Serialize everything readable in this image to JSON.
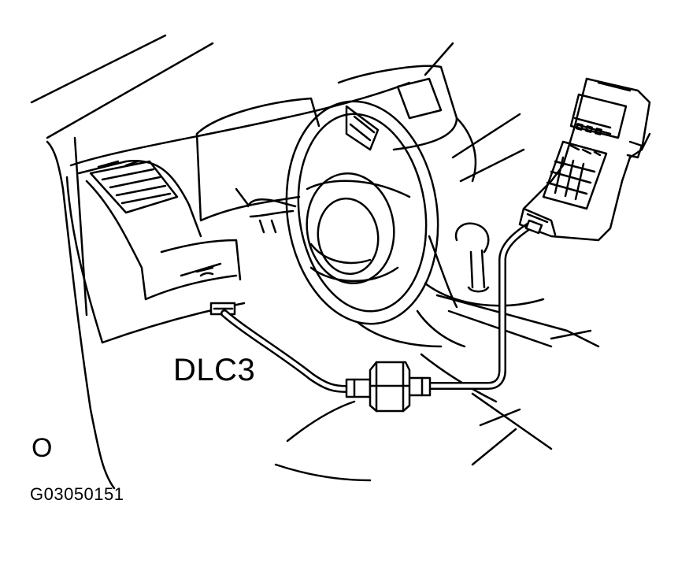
{
  "labels": {
    "connector": "DLC3",
    "view_marker": "O",
    "figure_id": "G03050151"
  },
  "colors": {
    "line": "#000000",
    "background": "#ffffff"
  }
}
